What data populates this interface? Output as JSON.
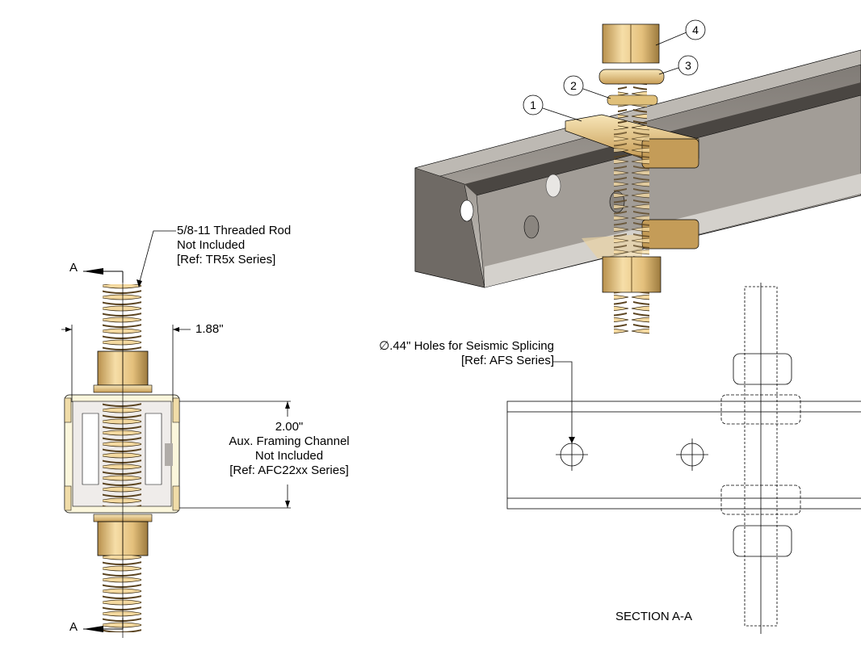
{
  "drawing": {
    "left_view": {
      "rod_callout": [
        "5/8-11 Threaded Rod",
        "Not Included",
        "[Ref: TR5x Series]"
      ],
      "width_dim": "1.88\"",
      "height_dim": "2.00\"",
      "channel_callout": [
        "Aux. Framing Channel",
        "Not Included",
        "[Ref: AFC22xx Series]"
      ],
      "section_marker_top": "A",
      "section_marker_bottom": "A"
    },
    "isometric_view": {
      "balloons": [
        "1",
        "2",
        "3",
        "4"
      ]
    },
    "section_view": {
      "holes_callout": [
        "∅.44\" Holes for Seismic Splicing",
        "[Ref: AFS Series]"
      ],
      "title": "SECTION A-A"
    },
    "colors": {
      "brass_light": "#f3d9a0",
      "brass_mid": "#d9b56e",
      "brass_dark": "#8a6a34",
      "channel_light": "#c9c6c1",
      "channel_mid": "#8e8a84",
      "channel_dark": "#5d5954",
      "line": "#000000"
    }
  }
}
